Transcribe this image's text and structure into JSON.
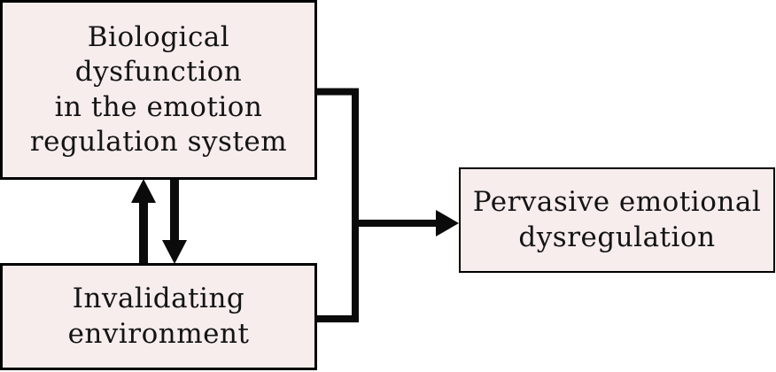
{
  "diagram": {
    "type": "flow-diagram",
    "nodes": {
      "biological": {
        "label": "Biological\ndysfunction\nin the emotion\nregulation system"
      },
      "invalidating": {
        "label": "Invalidating\nenvironment"
      },
      "pervasive": {
        "label": "Pervasive emotional\ndysregulation"
      }
    },
    "edges": [
      {
        "from": "biological",
        "to": "invalidating",
        "direction": "bidirectional",
        "style": "two-parallel-vertical-arrows"
      },
      {
        "from": "biological",
        "to": "pervasive",
        "direction": "forward",
        "style": "merge-bracket-then-arrow"
      },
      {
        "from": "invalidating",
        "to": "pervasive",
        "direction": "forward",
        "style": "merge-bracket-then-arrow"
      }
    ]
  },
  "colors": {
    "node_fill": "#f7eded",
    "node_border": "#000000",
    "arrow": "#0b0b0b",
    "background": "#ffffff",
    "text": "#141414"
  }
}
